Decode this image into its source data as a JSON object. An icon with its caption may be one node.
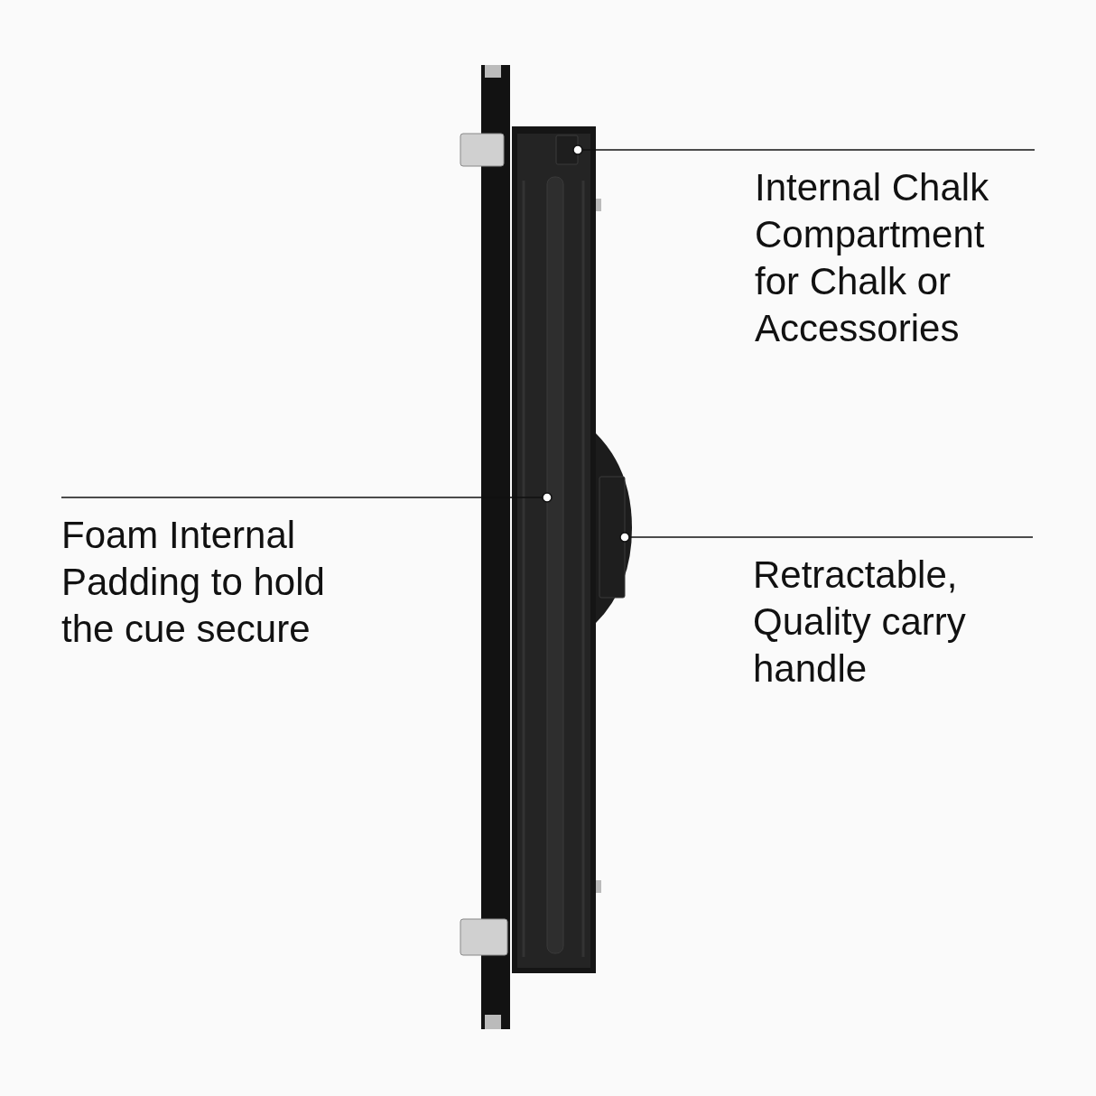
{
  "diagram": {
    "nodes": [
      {
        "text": [
          "Internal Chalk Compartment for Chalk or Accessories"
        ]
      },
      {
        "text": [
          "Foam Internal Padding to hold the cue secure"
        ]
      },
      {
        "text": [
          "Retractable, Quality carry handle"
        ]
      },
      {
        "text": [],
        "shape": "box"
      },
      {
        "text": [],
        "shape": "bar"
      },
      {
        "text": [],
        "shape": "box"
      }
    ],
    "edges": [
      {
        "from": 0,
        "to": 3,
        "arrow": "other"
      },
      {
        "from": 1,
        "to": 4,
        "arrow": "other"
      },
      {
        "from": 2,
        "to": 5,
        "arrow": "other"
      }
    ]
  }
}
